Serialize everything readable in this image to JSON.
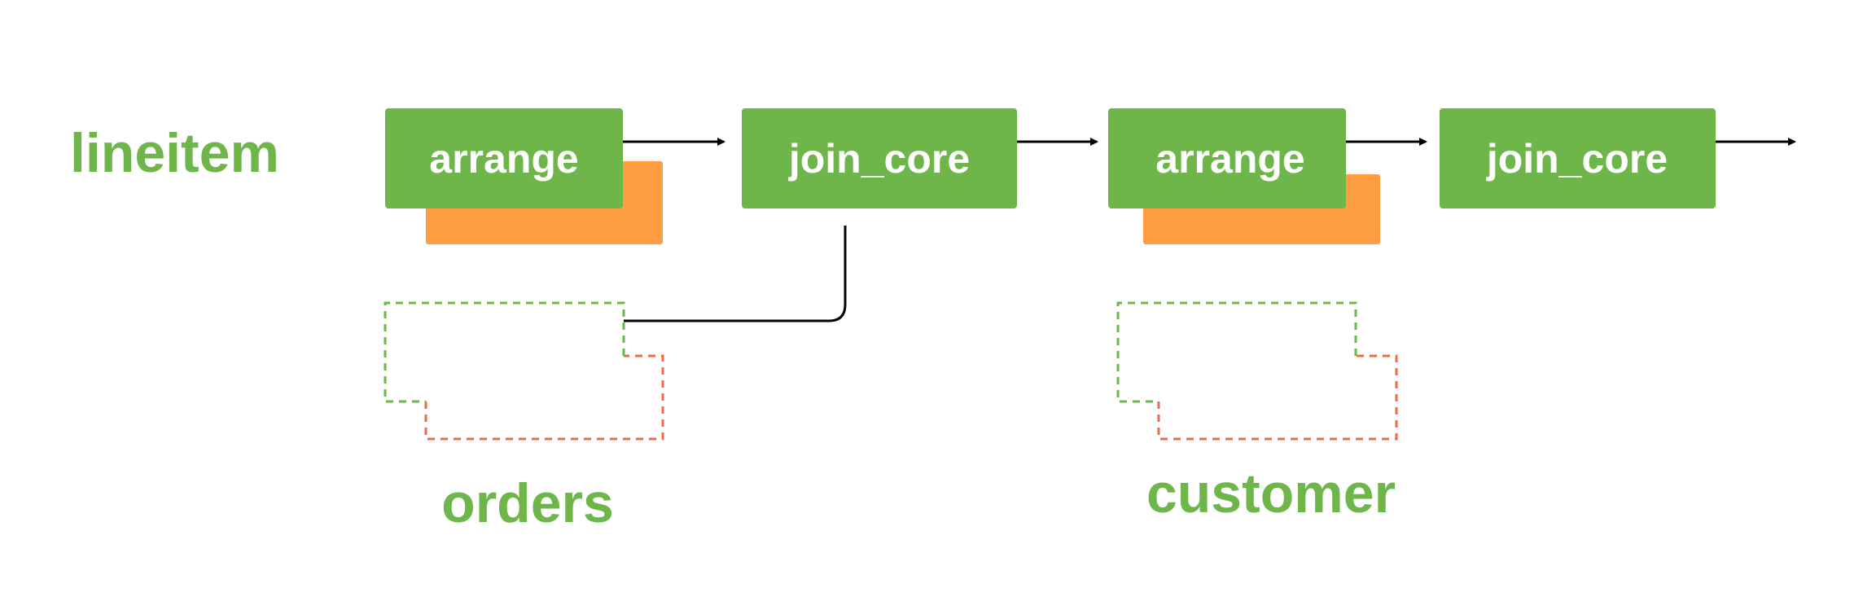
{
  "colors": {
    "green": "#6FB64A",
    "orange": "#FF9D43",
    "red_dashed": "#F0694B",
    "edge": "#000000",
    "background": "#ffffff"
  },
  "labels": {
    "lineitem": "lineitem",
    "orders": "orders",
    "customer": "customer"
  },
  "nodes": [
    {
      "id": "arrange-1",
      "label": "arrange",
      "has_shadow": true
    },
    {
      "id": "join-core-1",
      "label": "join_core",
      "has_shadow": false
    },
    {
      "id": "arrange-2",
      "label": "arrange",
      "has_shadow": true
    },
    {
      "id": "join-core-2",
      "label": "join_core",
      "has_shadow": false
    }
  ],
  "inputs": [
    {
      "id": "orders-input",
      "label": "orders",
      "style": "dashed"
    },
    {
      "id": "customer-input",
      "label": "customer",
      "style": "dashed"
    }
  ]
}
